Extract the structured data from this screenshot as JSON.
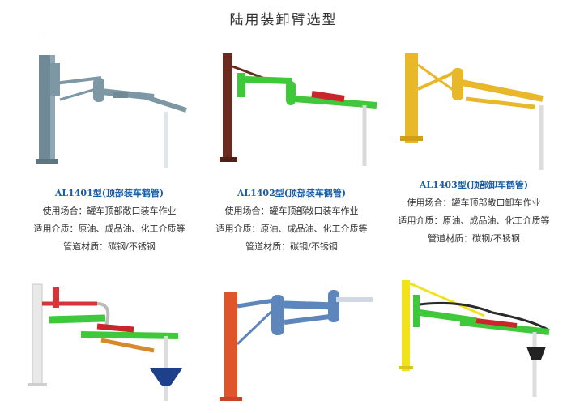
{
  "page": {
    "title": "陆用装卸臂选型"
  },
  "products": [
    {
      "model": "AL1401型(顶部装车鹤管)",
      "usage_label": "使用场合：",
      "usage_value": "罐车顶部敞口装车作业",
      "medium_label": "适用介质：",
      "medium_value": "原油、成品油、化工介质等",
      "material_label": "管道材质：",
      "material_value": "碳钢/不锈钢",
      "image_name": "al1401-arm-illustration"
    },
    {
      "model": "AL1402型(顶部装车鹤管)",
      "usage_label": "使用场合：",
      "usage_value": "罐车顶部敞口装车作业",
      "medium_label": "适用介质：",
      "medium_value": "原油、成品油、化工介质等",
      "material_label": "管道材质：",
      "material_value": "碳钢/不锈钢",
      "image_name": "al1402-arm-illustration"
    },
    {
      "model": "AL1403型(顶部卸车鹤管)",
      "usage_label": "使用场合：",
      "usage_value": "罐车顶部敞口卸车作业",
      "medium_label": "适用介质：",
      "medium_value": "原油、成品油、化工介质等",
      "material_label": "管道材质：",
      "material_value": "碳钢/不锈钢",
      "image_name": "al1403-arm-illustration"
    }
  ],
  "bottom_images": [
    "arm-illustration-white-green",
    "arm-illustration-orange-blue",
    "arm-illustration-yellow-green"
  ],
  "colors": {
    "model_text": "#1a5ea8",
    "body_text": "#333333",
    "rule": "#dddddd"
  }
}
